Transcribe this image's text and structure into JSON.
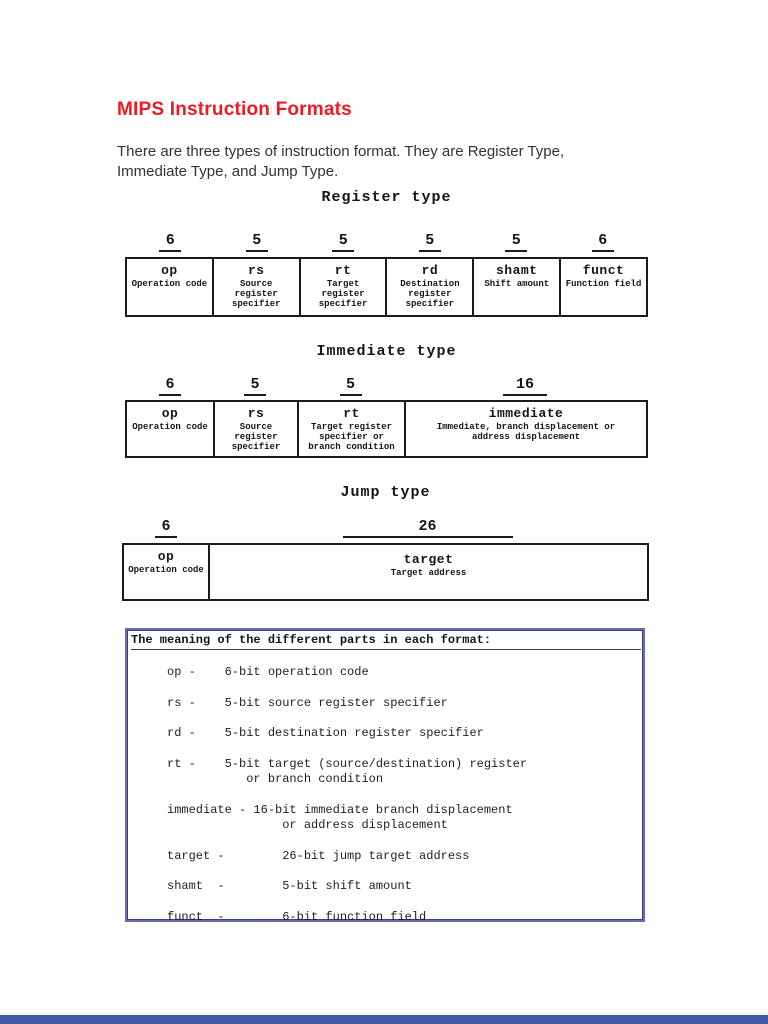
{
  "page": {
    "title": "MIPS Instruction Formats",
    "intro": "There are three types of instruction format. They are Register Type, Immediate Type, and Jump Type."
  },
  "formats": {
    "register": {
      "title": "Register type",
      "bits": [
        "6",
        "5",
        "5",
        "5",
        "5",
        "6"
      ],
      "fields": [
        {
          "name": "op",
          "desc": "Operation code"
        },
        {
          "name": "rs",
          "desc": "Source register specifier"
        },
        {
          "name": "rt",
          "desc": "Target register specifier"
        },
        {
          "name": "rd",
          "desc": "Destination register specifier"
        },
        {
          "name": "shamt",
          "desc": "Shift amount"
        },
        {
          "name": "funct",
          "desc": "Function field"
        }
      ]
    },
    "immediate": {
      "title": "Immediate type",
      "bits": [
        "6",
        "5",
        "5",
        "16"
      ],
      "fields": [
        {
          "name": "op",
          "desc": "Operation code"
        },
        {
          "name": "rs",
          "desc": "Source register specifier"
        },
        {
          "name": "rt",
          "desc": "Target register specifier or branch condition"
        },
        {
          "name": "immediate",
          "desc": "Immediate, branch displacement or address displacement"
        }
      ]
    },
    "jump": {
      "title": "Jump type",
      "bits": [
        "6",
        "26"
      ],
      "fields": [
        {
          "name": "op",
          "desc": "Operation code"
        },
        {
          "name": "target",
          "desc": "Target address"
        }
      ]
    }
  },
  "meanings": {
    "heading": "The meaning of the different parts in each format:",
    "body": "\n     op -    6-bit operation code\n\n     rs -    5-bit source register specifier\n\n     rd -    5-bit destination register specifier\n\n     rt -    5-bit target (source/destination) register\n                or branch condition\n\n     immediate - 16-bit immediate branch displacement\n                     or address displacement\n\n     target -        26-bit jump target address\n\n     shamt  -        5-bit shift amount\n\n     funct  -        6-bit function field"
  },
  "colors": {
    "title_red": "#ed1c24",
    "box_border": "#6a6ab2",
    "box_border_inner": "#3c3c8c",
    "page_gap_blue": "#3d59a8"
  }
}
